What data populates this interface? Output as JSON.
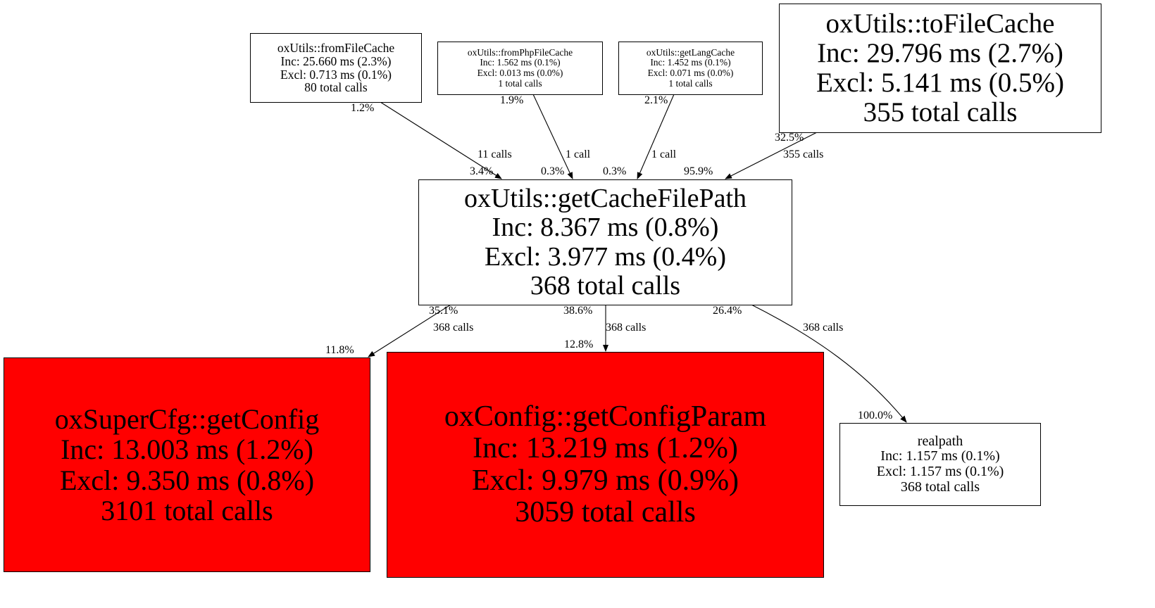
{
  "nodes": {
    "fromFileCache": {
      "name": "oxUtils::fromFileCache",
      "inc": "Inc: 25.660 ms (2.3%)",
      "excl": "Excl: 0.713 ms (0.1%)",
      "calls": "80 total calls"
    },
    "fromPhpFileCache": {
      "name": "oxUtils::fromPhpFileCache",
      "inc": "Inc: 1.562 ms (0.1%)",
      "excl": "Excl: 0.013 ms (0.0%)",
      "calls": "1 total calls"
    },
    "getLangCache": {
      "name": "oxUtils::getLangCache",
      "inc": "Inc: 1.452 ms (0.1%)",
      "excl": "Excl: 0.071 ms (0.0%)",
      "calls": "1 total calls"
    },
    "toFileCache": {
      "name": "oxUtils::toFileCache",
      "inc": "Inc: 29.796 ms (2.7%)",
      "excl": "Excl: 5.141 ms (0.5%)",
      "calls": "355 total calls"
    },
    "getCacheFilePath": {
      "name": "oxUtils::getCacheFilePath",
      "inc": "Inc: 8.367 ms (0.8%)",
      "excl": "Excl: 3.977 ms (0.4%)",
      "calls": "368 total calls"
    },
    "getConfig": {
      "name": "oxSuperCfg::getConfig",
      "inc": "Inc: 13.003 ms (1.2%)",
      "excl": "Excl: 9.350 ms (0.8%)",
      "calls": "3101 total calls"
    },
    "getConfigParam": {
      "name": "oxConfig::getConfigParam",
      "inc": "Inc: 13.219 ms (1.2%)",
      "excl": "Excl: 9.979 ms (0.9%)",
      "calls": "3059 total calls"
    },
    "realpath": {
      "name": "realpath",
      "inc": "Inc: 1.157 ms (0.1%)",
      "excl": "Excl: 1.157 ms (0.1%)",
      "calls": "368 total calls"
    }
  },
  "edges": {
    "fromFileCache_to_getCacheFilePath": {
      "tail": "1.2%",
      "calls": "11 calls",
      "head": "3.4%"
    },
    "fromPhpFileCache_to_getCacheFilePath": {
      "tail": "1.9%",
      "calls": "1 call",
      "head": "0.3%"
    },
    "getLangCache_to_getCacheFilePath": {
      "tail": "2.1%",
      "calls": "1 call",
      "head": "0.3%"
    },
    "toFileCache_to_getCacheFilePath": {
      "tail": "32.5%",
      "calls": "355 calls",
      "head": "95.9%"
    },
    "getCacheFilePath_to_getConfig": {
      "tail": "35.1%",
      "calls": "368 calls",
      "head": "11.8%"
    },
    "getCacheFilePath_to_getConfigParam": {
      "tail": "38.6%",
      "calls": "368 calls",
      "head": "12.8%"
    },
    "getCacheFilePath_to_realpath": {
      "tail": "26.4%",
      "calls": "368 calls",
      "head": "100.0%"
    }
  },
  "colors": {
    "hot": "#ff0000",
    "normal": "#ffffff",
    "stroke": "#000000"
  }
}
